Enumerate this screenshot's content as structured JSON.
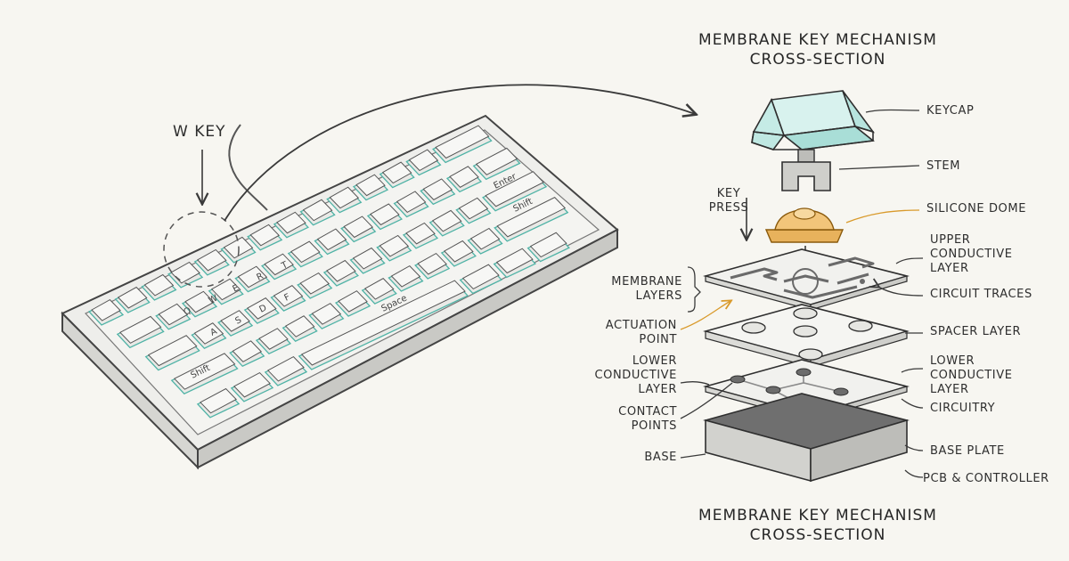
{
  "title_top": {
    "line1": "MEMBRANE KEY MECHANISM",
    "line2": "CROSS-SECTION"
  },
  "title_bottom": {
    "line1": "MEMBRANE KEY MECHANISM",
    "line2": "CROSS-SECTION"
  },
  "keyboard": {
    "callout": "W KEY",
    "keycaps": [
      "Q",
      "W",
      "E",
      "R",
      "T",
      "A",
      "S",
      "D",
      "F",
      "Enter",
      "Shift",
      "Shift",
      "Space"
    ]
  },
  "layers_right": {
    "keycap": "KEYCAP",
    "stem": "STEM",
    "silicone_dome": "SILICONE DOME",
    "upper_conductive": [
      "UPPER",
      "CONDUCTIVE",
      "LAYER"
    ],
    "circuit_traces": "CIRCUIT TRACES",
    "spacer_layer": "SPACER LAYER",
    "lower_conductive": [
      "LOWER",
      "CONDUCTIVE",
      "LAYER"
    ],
    "circuitry": "CIRCUITRY",
    "base_plate": "BASE PLATE",
    "pcb_controller": "PCB & CONTROLLER"
  },
  "layers_left": {
    "key_press": [
      "KEY",
      "PRESS"
    ],
    "membrane_layers": [
      "MEMBRANE",
      "LAYERS"
    ],
    "actuation_point": [
      "ACTUATION",
      "POINT"
    ],
    "lower_conductive": [
      "LOWER",
      "CONDUCTIVE",
      "LAYER"
    ],
    "contact_points": [
      "CONTACT",
      "POINTS"
    ],
    "base": "BASE"
  },
  "colors": {
    "background": "#f7f6f1",
    "ink": "#2e2e2e",
    "teal_accent": "#4fb3a6",
    "keycap_fill": "#cfeeea",
    "dome_fill": "#f2c57a",
    "dome_callout": "#d99a2b"
  }
}
